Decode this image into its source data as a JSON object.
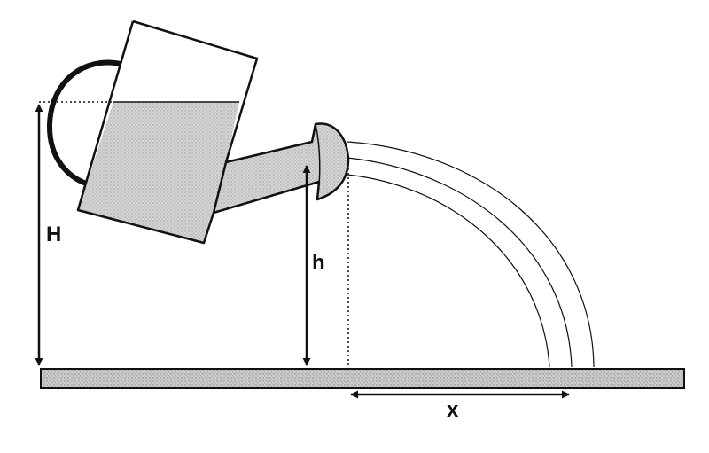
{
  "diagram": {
    "labels": {
      "water_height": "H",
      "spout_height": "h",
      "horizontal_distance": "x"
    },
    "colors": {
      "ink": "#111111",
      "background": "#ffffff",
      "water_fill": "#cfcfcf",
      "ground_fill": "#c8c8c8"
    },
    "icons": {
      "container": "watering-can-icon",
      "stream": "water-stream",
      "ground": "ground-surface"
    }
  }
}
